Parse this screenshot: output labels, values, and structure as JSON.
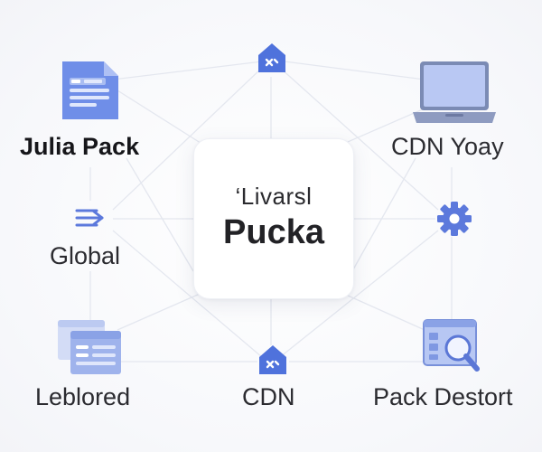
{
  "hub": {
    "subtitle": "‘Livarsl",
    "title": "Pucka"
  },
  "nodes": {
    "julia_pack": {
      "label": "Julia Pack",
      "icon": "document-icon"
    },
    "cdn_yoay": {
      "label": "CDN Yoay",
      "icon": "laptop-icon"
    },
    "global": {
      "label": "Global",
      "icon": "transfer-arrows-icon"
    },
    "leblored": {
      "label": "Leblored",
      "icon": "browser-windows-icon"
    },
    "cdn": {
      "label": "CDN",
      "icon": "upload-house-icon"
    },
    "pack_destort": {
      "label": "Pack Destort",
      "icon": "image-search-icon"
    },
    "top": {
      "icon": "upload-house-icon"
    },
    "right": {
      "icon": "gear-icon"
    }
  },
  "colors": {
    "accent": "#5b7be0",
    "accent_light": "#a9bdf2",
    "line": "#e3e6ee",
    "card": "#ffffff"
  }
}
